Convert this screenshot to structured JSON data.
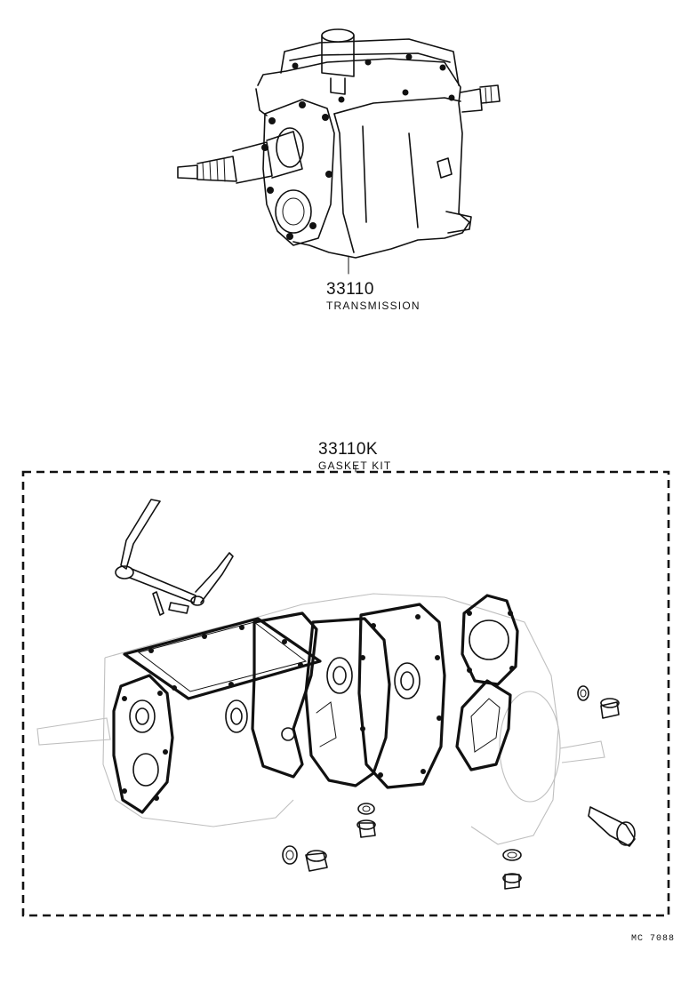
{
  "callouts": [
    {
      "part_number": "33110",
      "name": "TRANSMISSION"
    },
    {
      "part_number": "33110K",
      "name": "GASKET KIT"
    }
  ],
  "figure_ref": "MC  7088"
}
